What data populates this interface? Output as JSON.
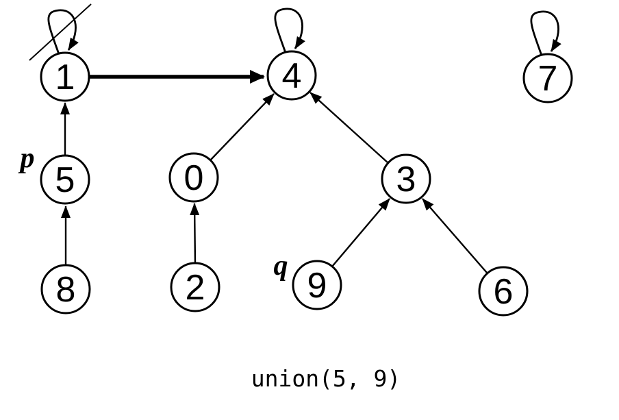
{
  "diagram": {
    "type": "union-find-forest",
    "caption": "union(5, 9)",
    "pointer_labels": {
      "p": "p",
      "q": "q"
    },
    "nodes": [
      {
        "id": "1",
        "label": "1",
        "highlighted": false,
        "self_loop": true,
        "self_loop_crossed": true,
        "pointer": null
      },
      {
        "id": "4",
        "label": "4",
        "highlighted": false,
        "self_loop": true,
        "self_loop_crossed": false,
        "pointer": null
      },
      {
        "id": "7",
        "label": "7",
        "highlighted": false,
        "self_loop": true,
        "self_loop_crossed": false,
        "pointer": null
      },
      {
        "id": "5",
        "label": "5",
        "highlighted": true,
        "self_loop": false,
        "self_loop_crossed": false,
        "pointer": "p"
      },
      {
        "id": "0",
        "label": "0",
        "highlighted": false,
        "self_loop": false,
        "self_loop_crossed": false,
        "pointer": null
      },
      {
        "id": "3",
        "label": "3",
        "highlighted": false,
        "self_loop": false,
        "self_loop_crossed": false,
        "pointer": null
      },
      {
        "id": "8",
        "label": "8",
        "highlighted": false,
        "self_loop": false,
        "self_loop_crossed": false,
        "pointer": null
      },
      {
        "id": "2",
        "label": "2",
        "highlighted": false,
        "self_loop": false,
        "self_loop_crossed": false,
        "pointer": null
      },
      {
        "id": "9",
        "label": "9",
        "highlighted": true,
        "self_loop": false,
        "self_loop_crossed": false,
        "pointer": "q"
      },
      {
        "id": "6",
        "label": "6",
        "highlighted": false,
        "self_loop": false,
        "self_loop_crossed": false,
        "pointer": null
      }
    ],
    "edges": [
      {
        "from": "8",
        "to": "5",
        "style": "normal"
      },
      {
        "from": "5",
        "to": "1",
        "style": "normal"
      },
      {
        "from": "2",
        "to": "0",
        "style": "normal"
      },
      {
        "from": "0",
        "to": "4",
        "style": "normal"
      },
      {
        "from": "3",
        "to": "4",
        "style": "normal"
      },
      {
        "from": "9",
        "to": "3",
        "style": "normal"
      },
      {
        "from": "6",
        "to": "3",
        "style": "normal"
      },
      {
        "from": "1",
        "to": "4",
        "style": "bold-new-link"
      }
    ],
    "colors": {
      "highlight_fill": "#c1c1c1",
      "node_fill": "#ffffff",
      "stroke": "#000000"
    }
  }
}
